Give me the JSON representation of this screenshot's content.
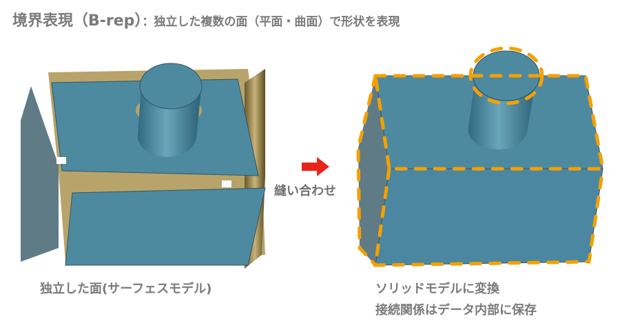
{
  "title": {
    "main": "境界表現（B-rep）",
    "sub": "：独立した複数の面（平面・曲面）で形状を表現"
  },
  "arrow_label": "縫い合わせ",
  "left_caption": "独立した面(サーフェスモデル)",
  "right_caption": [
    "ソリッドモデルに変換",
    "接続関係はデータ内部に保存"
  ],
  "colors": {
    "face": "#4d8aa0",
    "face_dark": "#5f7b86",
    "gap": "#b8a46a",
    "seam": "#f5a000",
    "arrow": "#e8231c",
    "text": "#7a7a7a"
  }
}
